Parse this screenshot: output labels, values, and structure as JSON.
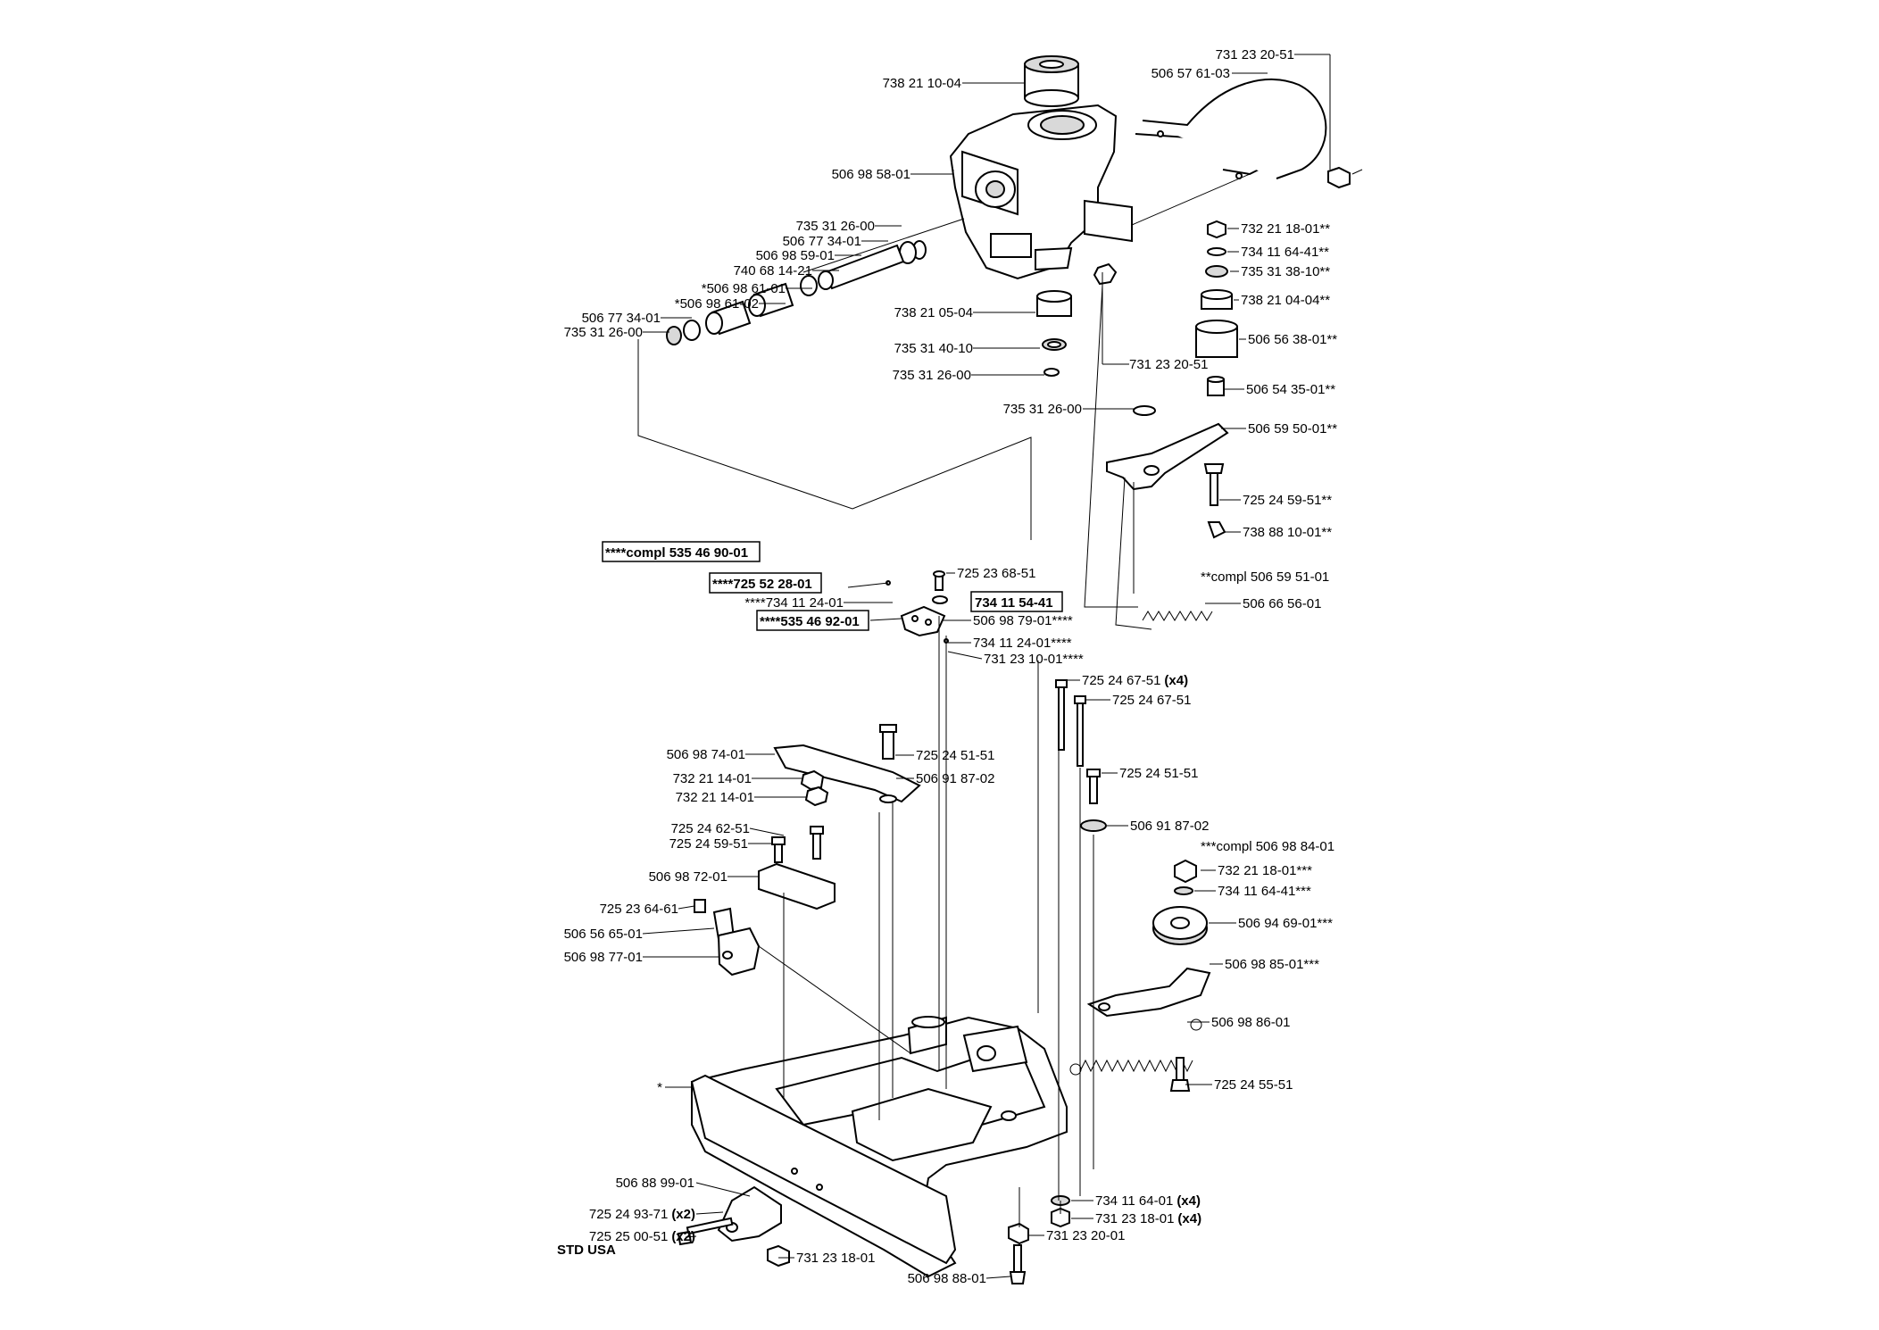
{
  "labels": {
    "l01": "738 21 10-04",
    "l02": "731 23 20-51",
    "l03": "506 57 61-03",
    "l04": "506 98 58-01",
    "l05": "735 31 26-00",
    "l06": "506 77 34-01",
    "l07": "506 98 59-01",
    "l08": "740 68 14-21",
    "l09": "*506 98 61-01",
    "l10": "*506 98 61-02",
    "l11": "506 77 34-01",
    "l12": "735 31 26-00",
    "l13": "732 21 18-01**",
    "l14": "734 11 64-41**",
    "l15": "735 31 38-10**",
    "l16": "738 21 04-04**",
    "l17": "738 21 05-04",
    "l18": "506 56 38-01**",
    "l19": "735 31 40-10",
    "l20": "731 23 20-51",
    "l21": "735 31 26-00",
    "l22": "506 54 35-01**",
    "l23": "735 31 26-00",
    "l24": "506 59 50-01**",
    "l25": "725 24 59-51**",
    "l26": "738 88 10-01**",
    "l27": "****compl 535 46 90-01",
    "l28": "725 23 68-51",
    "l29": "**compl 506 59 51-01",
    "l30": "****725 52 28-01",
    "l31": "****734 11 24-01",
    "l32": "734 11 54-41",
    "l33": "506 66 56-01",
    "l34": "****535 46 92-01",
    "l35": "506 98 79-01****",
    "l36": "734 11 24-01****",
    "l37": "731 23 10-01****",
    "l38": "725 24 67-51",
    "l38x": "(x4)",
    "l39": "725 24 67-51",
    "l40": "506 98 74-01",
    "l41": "725 24 51-51",
    "l42": "732 21 14-01",
    "l43": "506 91 87-02",
    "l44": "732 21 14-01",
    "l45": "725 24 51-51",
    "l46": "725 24 62-51",
    "l47": "506 91 87-02",
    "l48": "725 24 59-51",
    "l49": "***compl 506 98 84-01",
    "l50": "506 98 72-01",
    "l51": "732 21 18-01***",
    "l52": "734 11 64-41***",
    "l53": "725 23 64-61",
    "l54": "506 94 69-01***",
    "l55": "506 56 65-01",
    "l56": "506 98 77-01",
    "l57": "506 98 85-01***",
    "l58": "506 98 86-01",
    "l59": "725 24 55-51",
    "l60": "*",
    "l61": "506 88 99-01",
    "l62": "734 11 64-01",
    "l62x": "(x4)",
    "l63": "725 24 93-71",
    "l63x": "(x2)",
    "l64": "731 23 18-01",
    "l64x": "(x4)",
    "l65": "725 25 00-51",
    "l65x": "(x2)",
    "l66": "731 23 20-01",
    "l67": "STD USA",
    "l68": "731 23 18-01",
    "l69": "506 98 88-01"
  }
}
